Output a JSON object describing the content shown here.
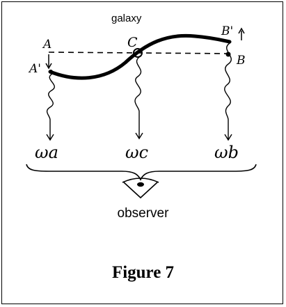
{
  "diagram": {
    "title": "galaxy",
    "points": {
      "A": "A",
      "A_prime": "A'",
      "C": "C",
      "B": "B",
      "B_prime": "B'"
    },
    "frequencies": {
      "wa": "ωa",
      "wc": "ωc",
      "wb": "ωb"
    },
    "observer": "observer",
    "caption": "Figure 7"
  }
}
